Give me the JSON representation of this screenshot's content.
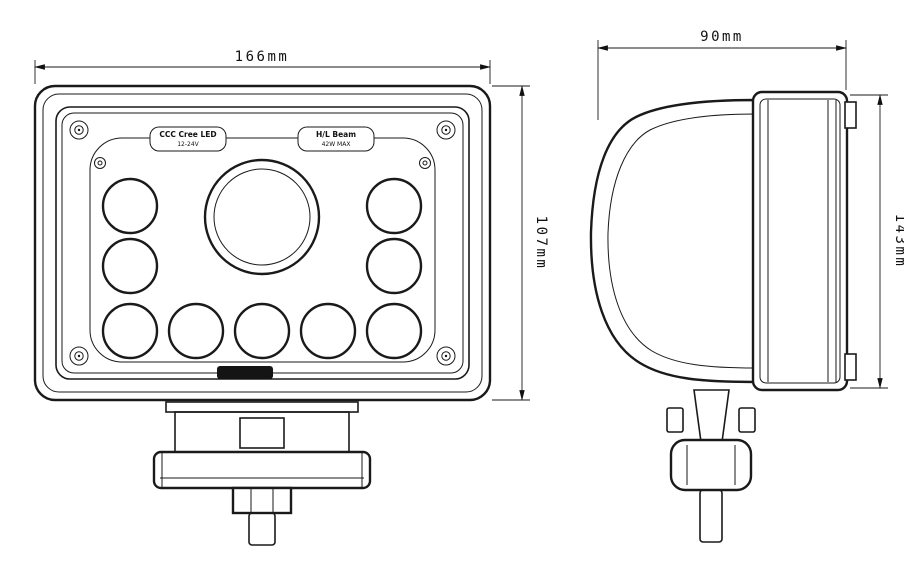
{
  "front_view": {
    "width_dimension": "166mm",
    "height_dimension": "107mm",
    "cert_label": {
      "line1": "CCC Cree LED",
      "line2": "12-24V"
    },
    "beam_label": {
      "line1": "H/L Beam",
      "line2": "42W MAX"
    }
  },
  "side_view": {
    "depth_dimension": "90mm",
    "height_dimension": "143mm"
  },
  "colors": {
    "line": "#1a1a1a",
    "background": "#ffffff"
  }
}
